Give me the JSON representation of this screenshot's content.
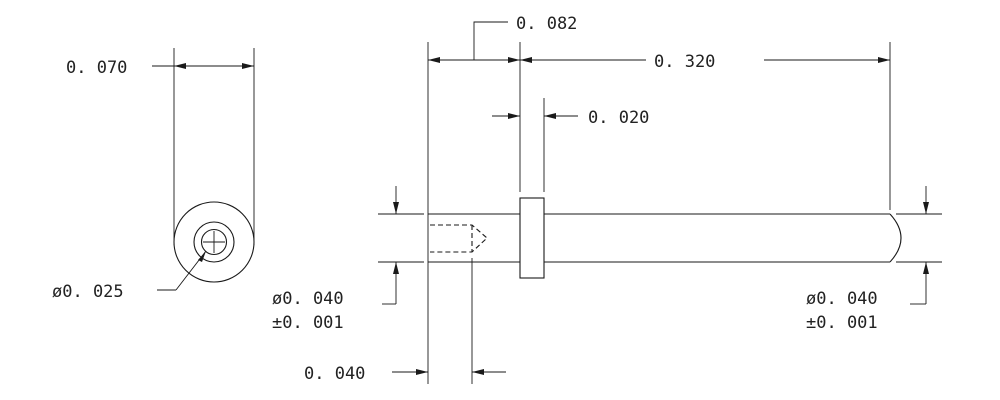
{
  "end_view": {
    "width_label": "0. 070",
    "hole_label": "ø0. 025"
  },
  "side_view": {
    "collar_offset_label": "0. 082",
    "length_label": "0. 320",
    "collar_thickness_label": "0. 020",
    "left_dia_label": "ø0. 040",
    "left_tol_label": "±0. 001",
    "right_dia_label": "ø0. 040",
    "right_tol_label": "±0. 001",
    "hole_depth_label": "0. 040"
  }
}
